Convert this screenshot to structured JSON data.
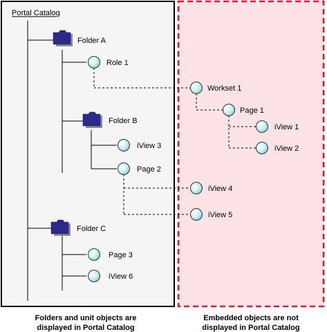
{
  "catalog": {
    "title": "Portal Catalog",
    "folders": {
      "a": "Folder A",
      "b": "Folder B",
      "c": "Folder C"
    },
    "units": {
      "role1": "Role 1",
      "iview3": "iView 3",
      "page2": "Page 2",
      "page3": "Page 3",
      "iview6": "iView 6"
    }
  },
  "embedded": {
    "workset1": "Workset 1",
    "page1": "Page 1",
    "iview1": "iView 1",
    "iview2": "iView 2",
    "iview4": "iView 4",
    "iview5": "iView 5"
  },
  "captions": {
    "left_line1": "Folders and unit objects are",
    "left_line2": "displayed in Portal Catalog",
    "right_line1": "Embedded objects are not",
    "right_line2": "displayed in Portal Catalog"
  },
  "colors": {
    "folder": "#2b2b8c",
    "folder_shadow": "#8a8a8a",
    "node_fill": "#c8f0f0",
    "embedded_panel": "#fde3e6",
    "embedded_border": "#e0142a",
    "catalog_panel": "#f5f5f5"
  }
}
